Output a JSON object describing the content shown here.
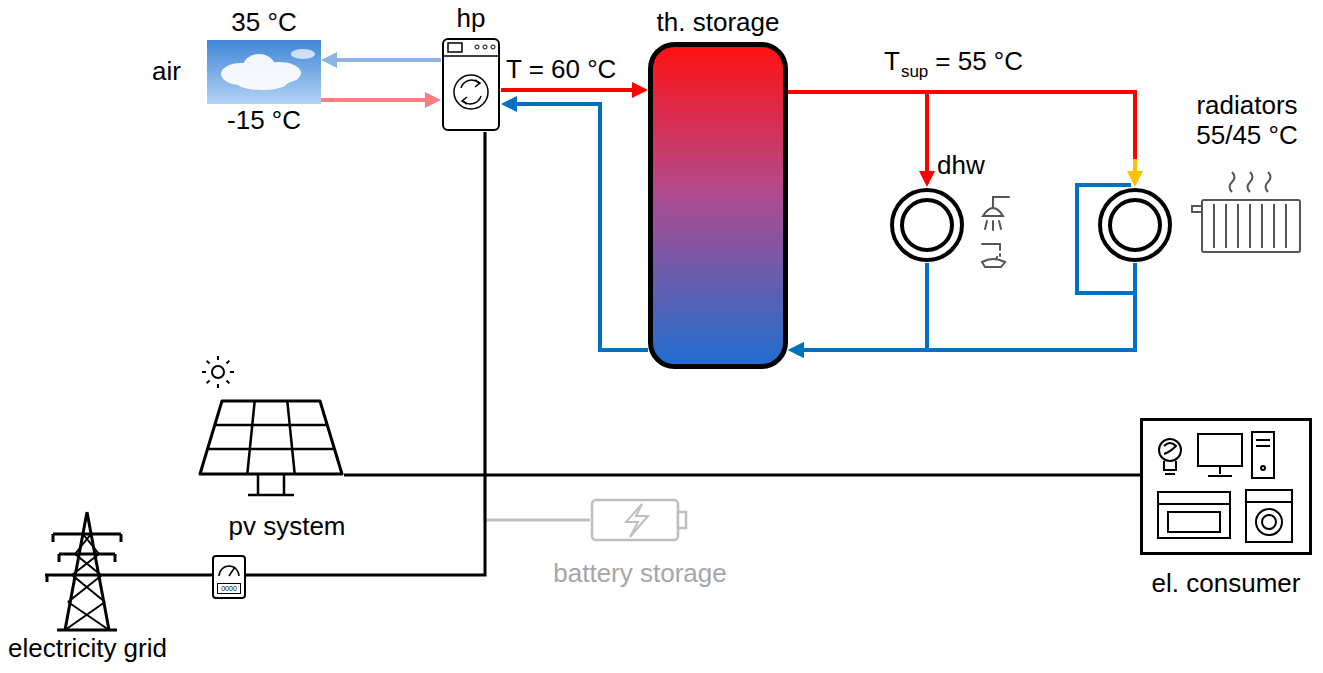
{
  "diagram": {
    "nodes": [
      {
        "text": [
          "35 °C",
          "air",
          "-15 °C"
        ]
      },
      {
        "text": [
          "hp"
        ]
      },
      {
        "text": [
          "th. storage"
        ]
      },
      {
        "text": [
          "dhw"
        ]
      },
      {
        "text": [
          "radiators 55/45 °C"
        ]
      },
      {
        "text": [
          "pv system"
        ]
      },
      {
        "text": [
          "battery storage"
        ]
      },
      {
        "text": [
          "electricity grid"
        ]
      },
      {
        "text": [
          "el. consumer"
        ]
      }
    ],
    "edges": [
      {
        "from": 1,
        "to": 0,
        "arrow": "to"
      },
      {
        "from": 0,
        "to": 1,
        "arrow": "to"
      },
      {
        "from": 1,
        "to": 2,
        "label": "T = 60 °C",
        "arrow": "to"
      },
      {
        "from": 2,
        "to": 1,
        "arrow": "to"
      },
      {
        "from": 2,
        "to": 3,
        "arrow": "to"
      },
      {
        "from": 2,
        "to": 4,
        "arrow": "to"
      },
      {
        "from": 3,
        "to": 2,
        "arrow": "to"
      },
      {
        "from": 4,
        "to": 2,
        "arrow": "to"
      },
      {
        "from": 5,
        "to": 8,
        "arrow": "none"
      },
      {
        "from": 7,
        "to": 1,
        "arrow": "none"
      },
      {
        "from": 6,
        "to": 1,
        "arrow": "none"
      }
    ],
    "labels": [
      "T",
      "sup",
      "= 55 °C",
      "0000"
    ]
  }
}
